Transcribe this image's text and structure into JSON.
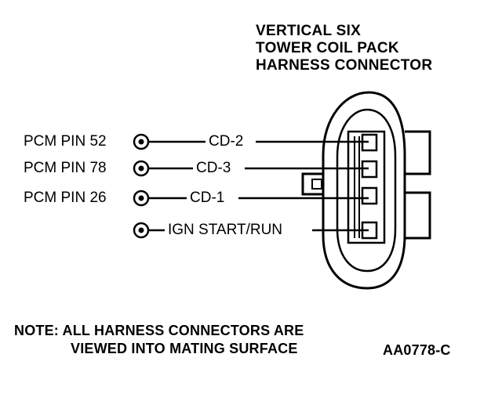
{
  "title_lines": [
    "VERTICAL SIX",
    "TOWER COIL PACK",
    "HARNESS CONNECTOR"
  ],
  "pins": [
    {
      "pcm_label": "PCM PIN 52",
      "signal": "CD-2"
    },
    {
      "pcm_label": "PCM PIN 78",
      "signal": "CD-3"
    },
    {
      "pcm_label": "PCM PIN 26",
      "signal": "CD-1"
    },
    {
      "pcm_label": "",
      "signal": "IGN START/RUN"
    }
  ],
  "note_lines": [
    "NOTE: ALL HARNESS CONNECTORS ARE",
    "VIEWED INTO MATING SURFACE"
  ],
  "figure_code": "AA0778-C",
  "colors": {
    "ink": "#000000",
    "paper": "#ffffff"
  }
}
